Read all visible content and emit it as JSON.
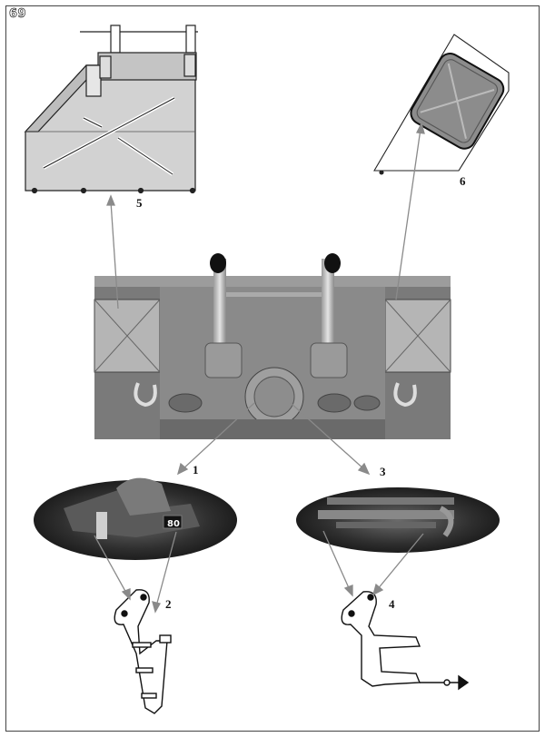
{
  "page": {
    "number": "69"
  },
  "callouts": {
    "c1": "1",
    "c2": "2",
    "c3": "3",
    "c4": "4",
    "c5": "5",
    "c6": "6"
  },
  "badge": {
    "value": "80"
  },
  "colors": {
    "frame": "#444444",
    "leader": "#8a8a8a",
    "metal_light": "#bdbdbd",
    "metal_mid": "#8c8c8c",
    "metal_dark": "#3a3a3a"
  }
}
